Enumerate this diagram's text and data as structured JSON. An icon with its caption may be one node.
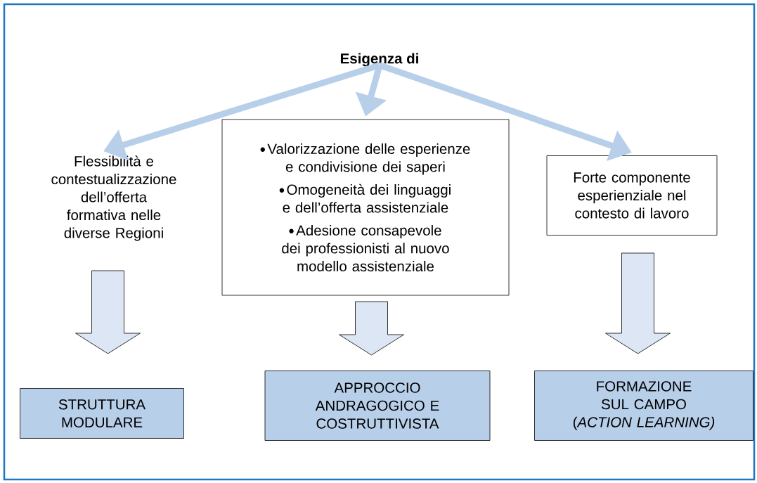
{
  "diagram": {
    "nodes": [
      {
        "text": [
          "Esigenza di"
        ]
      },
      {
        "text": [
          "Flessibilità e contestualizzazione dell’offerta formativa nelle diverse Regioni"
        ]
      },
      {
        "text": [
          "Valorizzazione delle esperienze e condivisione dei saperi",
          "Omogeneità dei linguaggi e dell’offerta assistenziale",
          "Adesione consapevole dei professionisti al nuovo modello assistenziale"
        ]
      },
      {
        "text": [
          "Forte componente esperienziale nel contesto di lavoro"
        ]
      },
      {
        "text": [
          "STRUTTURA MODULARE"
        ]
      },
      {
        "text": [
          "APPROCCIO ANDRAGOGICO E COSTRUTTIVISTA"
        ]
      },
      {
        "text": [
          "FORMAZIONE SUL CAMPO (*ACTION LEARNING)*"
        ]
      }
    ],
    "edges": [
      {
        "from": 0,
        "to": 1,
        "arrow": "to",
        "color": "#b8cfe9"
      },
      {
        "from": 0,
        "to": 2,
        "arrow": "to",
        "color": "#b8cfe9"
      },
      {
        "from": 0,
        "to": 3,
        "arrow": "to",
        "color": "#b8cfe9"
      },
      {
        "from": 1,
        "to": 4,
        "arrow": "to"
      },
      {
        "from": 2,
        "to": 5,
        "arrow": "to"
      },
      {
        "from": 3,
        "to": 6,
        "arrow": "to"
      }
    ]
  }
}
